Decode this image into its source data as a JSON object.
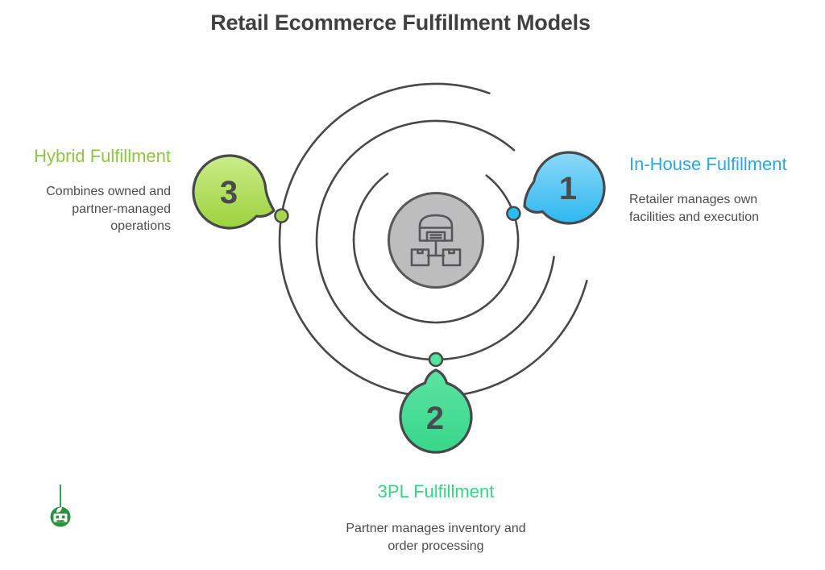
{
  "title": "Retail Ecommerce Fulfillment Models",
  "models": [
    {
      "number": "1",
      "label": "In-House Fulfillment",
      "description": "Retailer manages own facilities and execution",
      "lines": [
        "Retailer manages own",
        "facilities and execution"
      ],
      "accent_color": "#29a9e1",
      "bubble_color": "#2eb7f1",
      "node_dot_color": "#29bdf2"
    },
    {
      "number": "2",
      "label": "3PL Fulfillment",
      "description": "Partner manages inventory and order processing",
      "lines": [
        "Partner manages inventory and",
        "order processing"
      ],
      "accent_color": "#33d687",
      "bubble_color": "#3bd88c",
      "node_dot_color": "#57e29e"
    },
    {
      "number": "3",
      "label": "Hybrid Fulfillment",
      "description": "Combines owned and partner-managed operations",
      "lines": [
        "Combines owned and",
        "partner-managed",
        "operations"
      ],
      "accent_color": "#8dc63f",
      "bubble_color": "#a8d84b",
      "node_dot_color": "#a6d74d"
    }
  ],
  "center_icon": "warehouse-distribution",
  "footer_icon": "robot-logo",
  "colors": {
    "title_text": "#404043",
    "body_text": "#4d4d4f",
    "line_stroke": "#47484a",
    "center_circle_fill": "#bdbdbe",
    "robot_green": "#2e9140",
    "background": "#ffffff"
  }
}
